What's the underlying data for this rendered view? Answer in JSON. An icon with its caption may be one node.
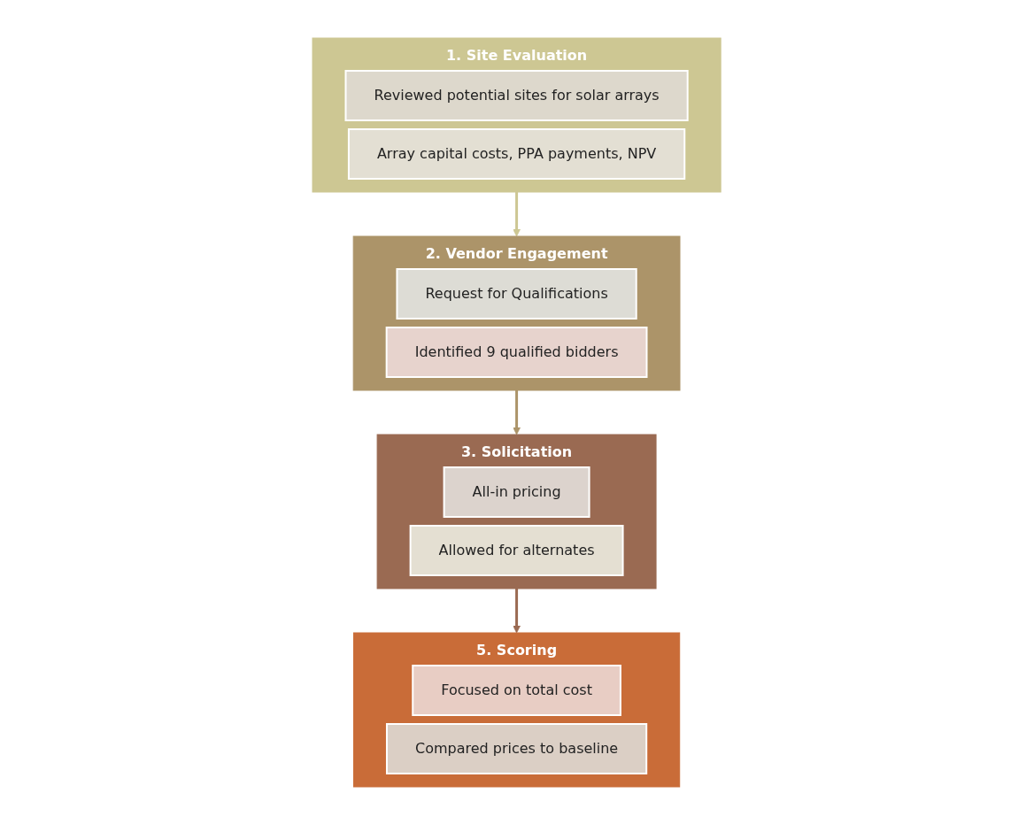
{
  "diagram": {
    "nodes": [
      {
        "text": [
          "1.  Site Evaluation"
        ]
      },
      {
        "text": [
          "Reviewed potential sites for solar arrays"
        ],
        "in": 0
      },
      {
        "text": [
          "Array capital costs, PPA payments, NPV"
        ],
        "in": 0
      },
      {
        "text": [
          "2.  Vendor Engagement"
        ]
      },
      {
        "text": [
          "Request for Qualifications"
        ],
        "in": 3
      },
      {
        "text": [
          "Identified 9 qualified bidders"
        ],
        "in": 3
      },
      {
        "text": [
          "3.  Solicitation"
        ]
      },
      {
        "text": [
          "All-in pricing"
        ],
        "in": 6
      },
      {
        "text": [
          "Allowed for alternates"
        ],
        "in": 6
      },
      {
        "text": [
          "5.  Scoring"
        ]
      },
      {
        "text": [
          "Focused on total cost"
        ],
        "in": 9
      },
      {
        "text": [
          "Compared prices to baseline"
        ],
        "in": 9
      }
    ],
    "edges": [
      {
        "from": 0,
        "to": 3,
        "arrow": "to",
        "color": "#cdc793"
      },
      {
        "from": 3,
        "to": 6,
        "arrow": "to",
        "color": "#ac9469"
      },
      {
        "from": 6,
        "to": 9,
        "arrow": "to",
        "color": "#9a6a52"
      }
    ]
  }
}
